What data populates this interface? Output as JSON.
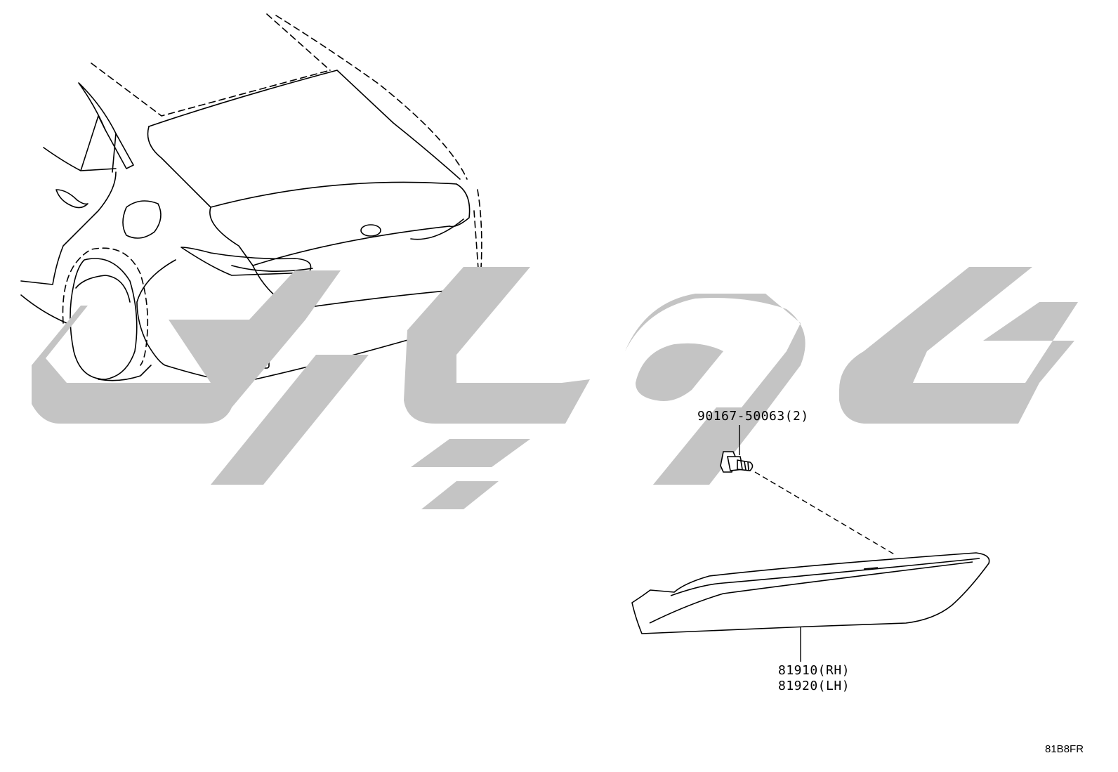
{
  "callouts": {
    "bolt": "90167-50063(2)",
    "reflector_rh": "81910(RH)",
    "reflector_lh": "81920(LH)"
  },
  "diagram_code": "81B8FR",
  "colors": {
    "line": "#000000",
    "watermark": "#c4c4c4",
    "background": "#ffffff"
  }
}
